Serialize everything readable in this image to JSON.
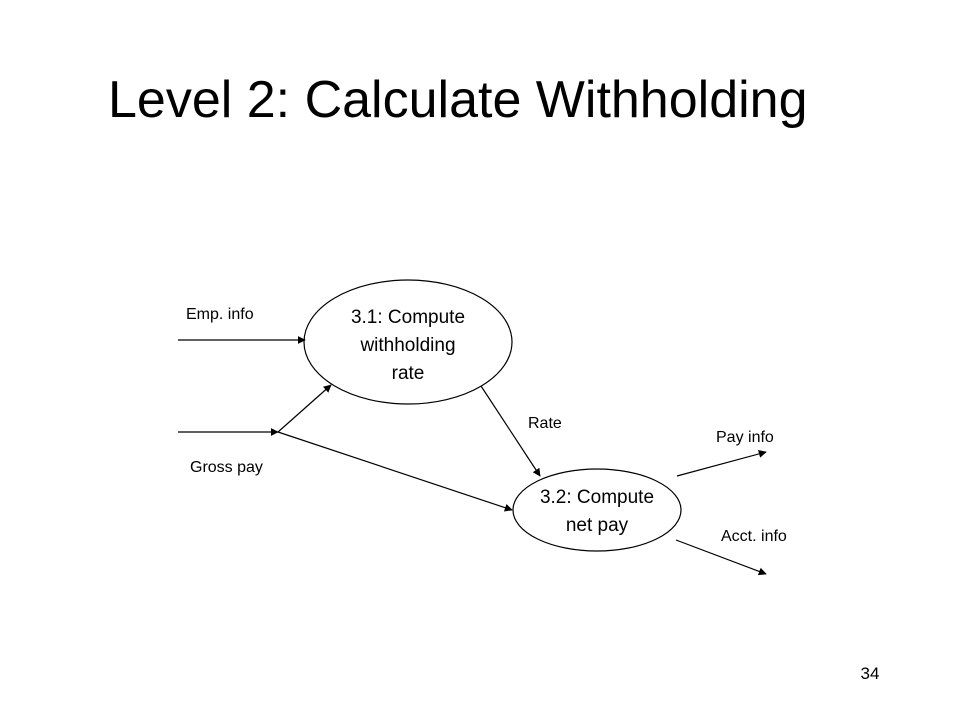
{
  "slide": {
    "title": "Level 2: Calculate Withholding",
    "page_number": "34"
  },
  "diagram": {
    "processes": {
      "compute_rate": {
        "lines": [
          "3.1: Compute",
          "withholding",
          "rate"
        ]
      },
      "compute_net_pay": {
        "lines": [
          "3.2: Compute",
          "net pay"
        ]
      }
    },
    "flows": {
      "emp_info": "Emp. info",
      "gross_pay": "Gross pay",
      "rate": "Rate",
      "pay_info": "Pay info",
      "acct_info": "Acct. info"
    },
    "colors": {
      "stroke": "#000000",
      "background": "#ffffff"
    }
  }
}
